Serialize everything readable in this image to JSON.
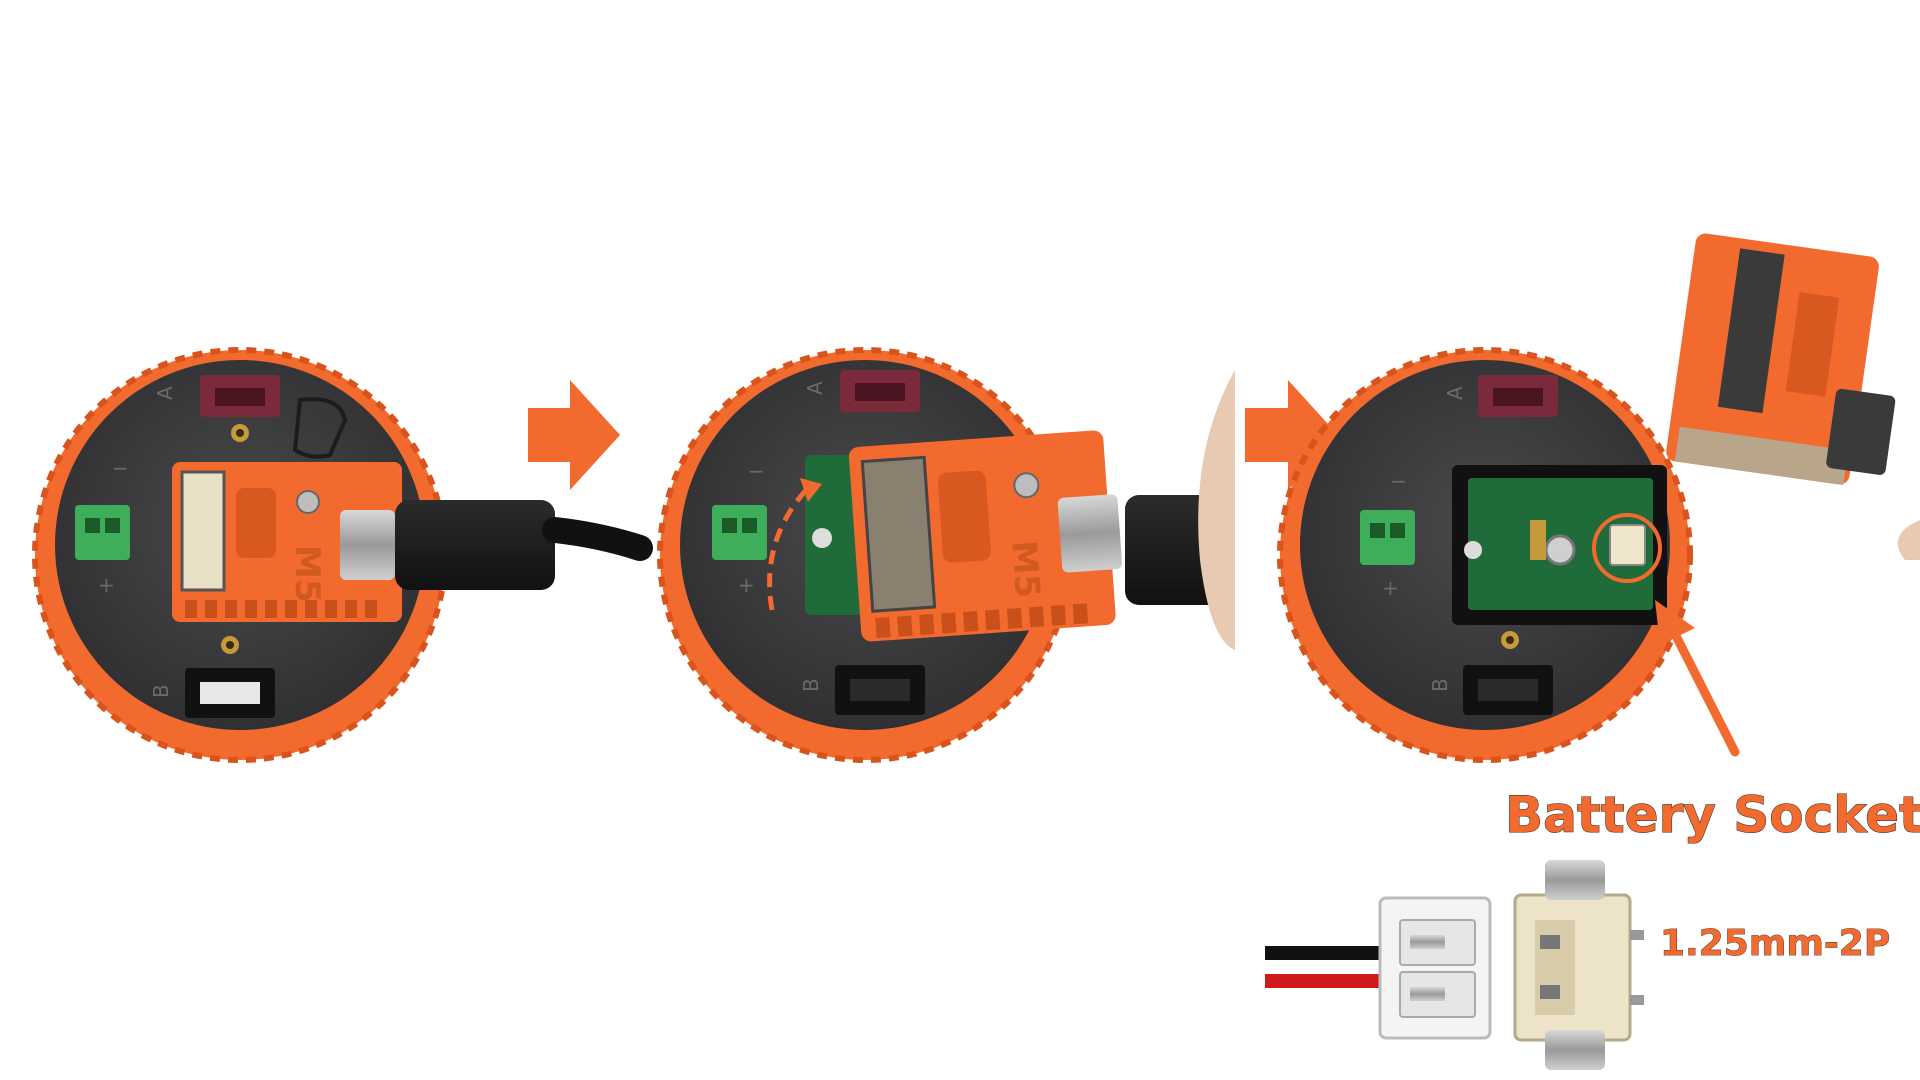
{
  "labels": {
    "battery_socket": "Battery Socket",
    "connector_spec": "1.25mm-2P"
  },
  "silkscreen": {
    "port_a": "A",
    "port_b": "B",
    "minus": "−",
    "plus": "+",
    "brand": "M5"
  },
  "colors": {
    "accent": "#F26A2E",
    "device_body": "#3a3a3c",
    "terminal_green": "#3fae5a",
    "pcb_green": "#1f6b3a",
    "port_a_red": "#7a2a3a"
  },
  "icons": {
    "step_arrow": "right-arrow-icon",
    "pointer": "diagonal-arrow-icon"
  }
}
